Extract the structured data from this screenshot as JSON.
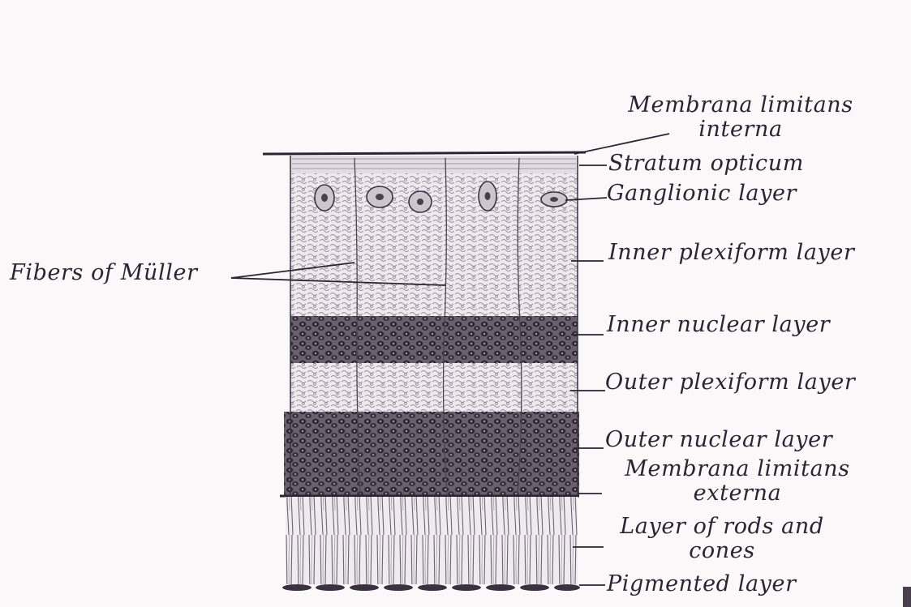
{
  "labels": {
    "membrana_limitans_interna": [
      "Membrana limitans",
      "interna"
    ],
    "stratum_opticum": "Stratum opticum",
    "ganglionic_layer": "Ganglionic layer",
    "inner_plexiform_layer": "Inner plexiform layer",
    "inner_nuclear_layer": "Inner nuclear layer",
    "outer_plexiform_layer": "Outer plexiform layer",
    "outer_nuclear_layer": "Outer nuclear layer",
    "membrana_limitans_externa": [
      "Membrana limitans",
      "externa"
    ],
    "layer_of_rods_and_cones": [
      "Layer of rods and",
      "cones"
    ],
    "pigmented_layer": "Pigmented layer",
    "fibers_of_muller": "Fibers of Müller"
  },
  "colors": {
    "ink": "#2c2432",
    "tissue_light": "#ece6ec",
    "tissue_dark": "#3a3240",
    "background": "#fbf8fa"
  }
}
